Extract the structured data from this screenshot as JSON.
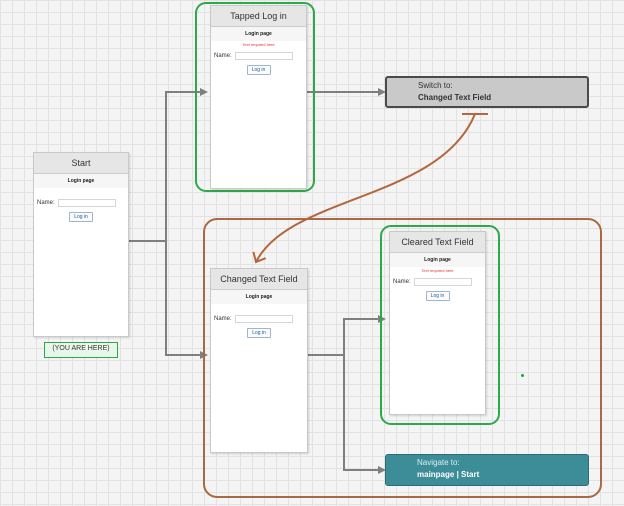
{
  "screens": {
    "start": {
      "title": "Start",
      "page": "Login page",
      "field_label": "Name:",
      "button": "Log in"
    },
    "tapped_login": {
      "title": "Tapped Log in",
      "page": "Login page",
      "error": "Text required here",
      "field_label": "Name:",
      "button": "Log in"
    },
    "changed_text_field": {
      "title": "Changed Text Field",
      "page": "Login page",
      "field_label": "Name:",
      "button": "Log in"
    },
    "cleared_text_field": {
      "title": "Cleared Text Field",
      "page": "Login page",
      "error": "Text required here",
      "field_label": "Name:",
      "button": "Log in"
    }
  },
  "actions": {
    "switch_to": {
      "line1": "Switch to:",
      "line2": "Changed Text Field"
    },
    "navigate_to": {
      "line1": "Navigate to:",
      "line2": "mainpage | Start"
    }
  },
  "you_are_here": "(YOU ARE HERE)",
  "colors": {
    "connector": "#7f7f7f",
    "switch_link": "#b2683e",
    "highlight_ring": "#2fa84a",
    "group_border": "#a86a45",
    "navigate_fill": "#3d8d99"
  }
}
